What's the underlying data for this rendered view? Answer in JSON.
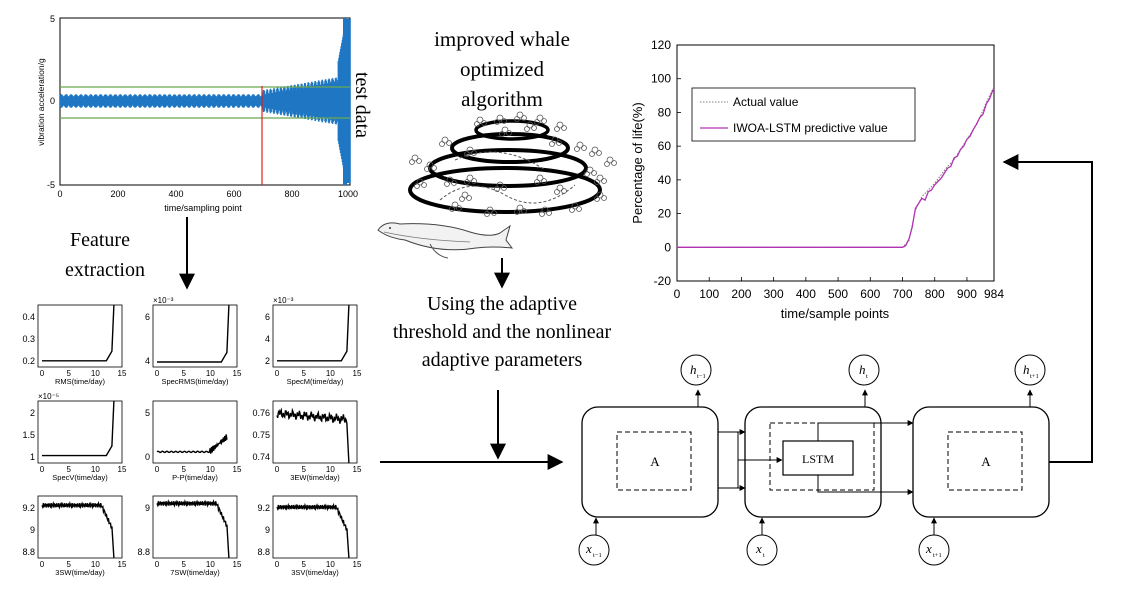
{
  "test_data_panel": {
    "label": "test data",
    "ylabel": "vibration acceleration/g",
    "xlabel": "time/sampling point",
    "y_ticks": [
      "5",
      "0",
      "-5"
    ],
    "x_ticks": [
      "0",
      "200",
      "400",
      "600",
      "800",
      "1000"
    ],
    "threshold_color": "#6aa84f",
    "failure_marker_color": "#e02020",
    "signal_color": "#1f77c4"
  },
  "whale_panel": {
    "title_lines": [
      "improved whale",
      "optimized",
      "algorithm"
    ],
    "caption_lines": [
      "Using the adaptive",
      "threshold and the nonlinear",
      "adaptive parameters"
    ]
  },
  "feature_extraction": {
    "label_lines": [
      "Feature",
      "extraction"
    ],
    "plots": [
      {
        "xlabel": "RMS(time/day)",
        "y_ticks": [
          "0.4",
          "0.3",
          "0.2"
        ],
        "multiplier": ""
      },
      {
        "xlabel": "SpecRMS(time/day)",
        "y_ticks": [
          "6",
          "4"
        ],
        "multiplier": "×10⁻³"
      },
      {
        "xlabel": "SpecM(time/day)",
        "y_ticks": [
          "6",
          "4",
          "2"
        ],
        "multiplier": "×10⁻³"
      },
      {
        "xlabel": "SpecV(time/day)",
        "y_ticks": [
          "2",
          "1.5",
          "1"
        ],
        "multiplier": "×10⁻⁵"
      },
      {
        "xlabel": "P-P(time/day)",
        "y_ticks": [
          "5",
          "0"
        ],
        "multiplier": ""
      },
      {
        "xlabel": "3EW(time/day)",
        "y_ticks": [
          "0.76",
          "0.75",
          "0.74"
        ],
        "multiplier": ""
      },
      {
        "xlabel": "3SW(time/day)",
        "y_ticks": [
          "9.2",
          "9",
          "8.8"
        ],
        "multiplier": ""
      },
      {
        "xlabel": "7SW(time/day)",
        "y_ticks": [
          "9",
          "8.8"
        ],
        "multiplier": ""
      },
      {
        "xlabel": "3SV(time/day)",
        "y_ticks": [
          "9.2",
          "9",
          "8.8"
        ],
        "multiplier": ""
      }
    ],
    "x_ticks": [
      "0",
      "5",
      "10",
      "15"
    ]
  },
  "lstm_panel": {
    "cells": [
      {
        "label": "A",
        "h": "h",
        "h_sub": "t−1",
        "x": "x",
        "x_sub": "t−1"
      },
      {
        "label": "LSTM",
        "h": "h",
        "h_sub": "t",
        "x": "x",
        "x_sub": "t"
      },
      {
        "label": "A",
        "h": "h",
        "h_sub": "t+1",
        "x": "x",
        "x_sub": "t+1"
      }
    ]
  },
  "chart_data": {
    "type": "line",
    "title": "",
    "xlabel": "time/sample points",
    "ylabel": "Percentage of life(%)",
    "xlim": [
      0,
      984
    ],
    "ylim": [
      -20,
      120
    ],
    "x_ticks": [
      "0",
      "100",
      "200",
      "300",
      "400",
      "500",
      "600",
      "700",
      "800",
      "900",
      "984"
    ],
    "y_ticks": [
      "120",
      "100",
      "80",
      "60",
      "40",
      "20",
      "0",
      "-20"
    ],
    "legend_placement": "top-left",
    "series": [
      {
        "name": "Actual value",
        "style": "dotted",
        "color": "#7f7f7f",
        "x": [
          0,
          700,
          720,
          740,
          760,
          780,
          800,
          820,
          840,
          860,
          880,
          900,
          920,
          940,
          960,
          984
        ],
        "y": [
          0,
          0,
          4,
          22,
          30,
          34,
          38,
          43,
          48,
          52,
          58,
          64,
          70,
          77,
          86,
          95
        ]
      },
      {
        "name": "IWOA-LSTM predictive value",
        "style": "solid",
        "color": "#b233b2",
        "x": [
          0,
          700,
          710,
          720,
          730,
          740,
          750,
          760,
          770,
          780,
          790,
          800,
          810,
          820,
          830,
          840,
          850,
          860,
          870,
          880,
          890,
          900,
          910,
          920,
          930,
          940,
          950,
          960,
          970,
          980,
          984
        ],
        "y": [
          0,
          0,
          1,
          5,
          12,
          23,
          26,
          29,
          28,
          33,
          34,
          37,
          39,
          41,
          44,
          47,
          48,
          53,
          54,
          58,
          60,
          64,
          66,
          70,
          73,
          77,
          79,
          85,
          88,
          93,
          94
        ]
      }
    ]
  }
}
